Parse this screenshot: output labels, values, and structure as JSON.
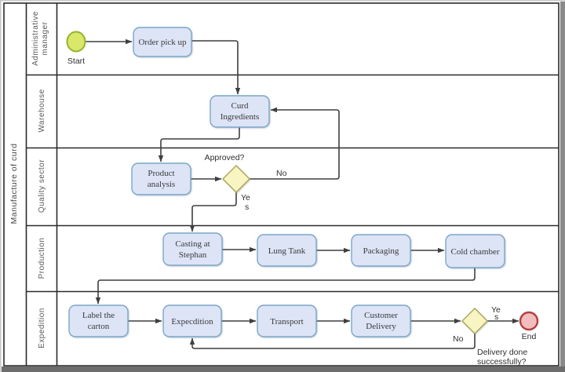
{
  "pool": {
    "title": "Manufacture of curd"
  },
  "lanes": [
    {
      "line1": "Administrative",
      "line2": "manager"
    },
    {
      "line1": "Warehouse"
    },
    {
      "line1": "Quality sector"
    },
    {
      "line1": "Production"
    },
    {
      "line1": "Expedition"
    }
  ],
  "events": {
    "start": "Start",
    "end": "End"
  },
  "tasks": {
    "order_pick_up": {
      "label": "Order pick up"
    },
    "curd_ingredients": {
      "line1": "Curd",
      "line2": "Ingredients"
    },
    "product_analysis": {
      "line1": "Product",
      "line2": "analysis"
    },
    "casting_at_stephan": {
      "line1": "Casting at",
      "line2": "Stephan"
    },
    "lung_tank": {
      "label": "Lung Tank"
    },
    "packaging": {
      "label": "Packaging"
    },
    "cold_chamber": {
      "label": "Cold chamber"
    },
    "label_the_carton": {
      "line1": "Label the",
      "line2": "carton"
    },
    "expedition": {
      "label": "Expecdition"
    },
    "transport": {
      "label": "Transport"
    },
    "customer_delivery": {
      "line1": "Customer",
      "line2": "Delivery"
    }
  },
  "gateways": {
    "approved": {
      "question": "Approved?",
      "yes_line1": "Ye",
      "yes_line2": "s",
      "no": "No"
    },
    "delivery": {
      "question_line1": "Delivery done",
      "question_line2": "successfully?",
      "yes_line1": "Ye",
      "yes_line2": "s",
      "no": "No"
    }
  },
  "colors": {
    "task_fill": "#dde4f6",
    "task_border": "#7ba7c9",
    "start_fill": "#d9e86a",
    "start_border": "#95b32c",
    "end_fill": "#f2bdbd",
    "end_border": "#b23f3f",
    "gateway_fill": "#f8f5c2",
    "gateway_border": "#a8a45a"
  }
}
